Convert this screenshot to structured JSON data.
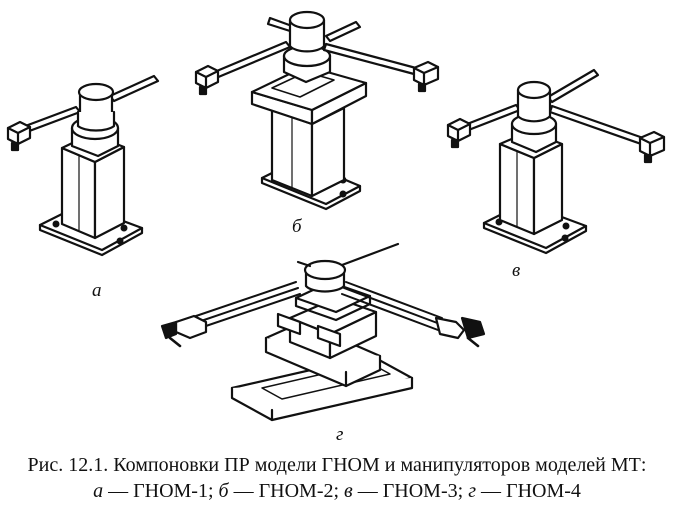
{
  "figure": {
    "labels": {
      "a": "а",
      "b": "б",
      "v": "в",
      "g": "г"
    }
  },
  "caption": {
    "line1": "Рис. 12.1. Компоновки ПР модели ГНОМ и манипуляторов моделей МТ:",
    "items": [
      {
        "letter": "а",
        "text": " — ГНОМ-1; "
      },
      {
        "letter": "б",
        "text": " — ГНОМ-2; "
      },
      {
        "letter": "в",
        "text": " — ГНОМ-3; "
      },
      {
        "letter": "г",
        "text": " — ГНОМ-4"
      }
    ]
  }
}
